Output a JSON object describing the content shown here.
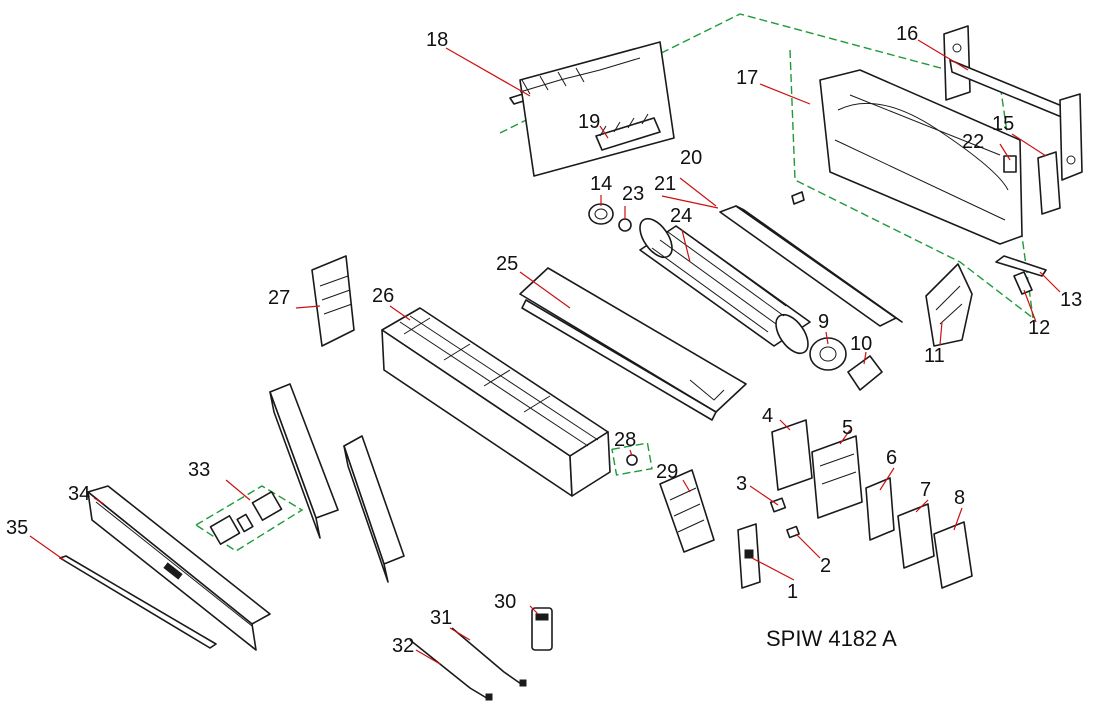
{
  "model": "SPIW 4182 A",
  "colors": {
    "leader": "#cc1111",
    "dashed_group": "#1f9a3a",
    "outline": "#1a1a1a"
  },
  "labels": [
    "1",
    "2",
    "3",
    "4",
    "5",
    "6",
    "7",
    "8",
    "9",
    "10",
    "11",
    "12",
    "13",
    "14",
    "15",
    "16",
    "17",
    "18",
    "19",
    "20",
    "21",
    "22",
    "23",
    "24",
    "25",
    "26",
    "27",
    "28",
    "29",
    "30",
    "31",
    "32",
    "33",
    "34",
    "35"
  ]
}
